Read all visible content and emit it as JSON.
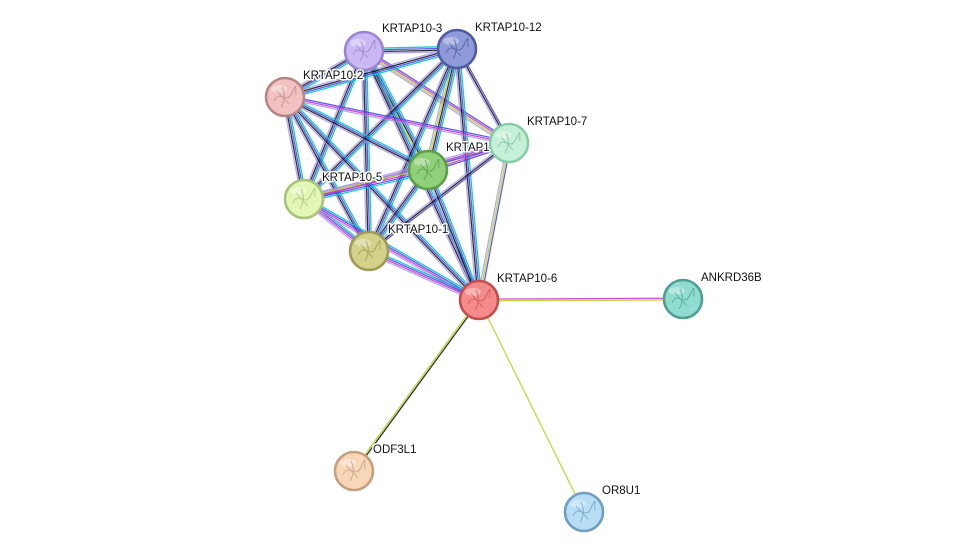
{
  "network": {
    "nodes": [
      {
        "id": "KRTAP10-3",
        "label": "KRTAP10-3",
        "fill": "#c9b8f4",
        "stroke": "#9a86cf",
        "glyph": "#7a6aa8"
      },
      {
        "id": "KRTAP10-12",
        "label": "KRTAP10-12",
        "fill": "#8f9bd8",
        "stroke": "#4e5ba3",
        "glyph": "#2f3a7a"
      },
      {
        "id": "KRTAP10-2",
        "label": "KRTAP10-2",
        "fill": "#f2c1c1",
        "stroke": "#b58686",
        "glyph": "#a36b6b"
      },
      {
        "id": "KRTAP10-7",
        "label": "KRTAP10-7",
        "fill": "#c5f0d8",
        "stroke": "#86cda5",
        "glyph": "#5aa37b"
      },
      {
        "id": "KRTAP1",
        "label": "KRTAP1",
        "fill": "#8fd07a",
        "stroke": "#5c9e4a",
        "glyph": "#3f7a30"
      },
      {
        "id": "KRTAP10-5",
        "label": "KRTAP10-5",
        "fill": "#e2f7b5",
        "stroke": "#a9c27a",
        "glyph": "#8aa35a"
      },
      {
        "id": "KRTAP10-1",
        "label": "KRTAP10-1",
        "fill": "#d3d18a",
        "stroke": "#9e9b55",
        "glyph": "#7f7c3a"
      },
      {
        "id": "KRTAP10-6",
        "label": "KRTAP10-6",
        "fill": "#f58a8a",
        "stroke": "#c44d4d",
        "glyph": "#b03a3a"
      },
      {
        "id": "ANKRD36B",
        "label": "ANKRD36B",
        "fill": "#8fdcd0",
        "stroke": "#4f9f93",
        "glyph": "#2f7f73"
      },
      {
        "id": "ODF3L1",
        "label": "ODF3L1",
        "fill": "#f7d7b8",
        "stroke": "#c4a07e",
        "glyph": "#a58060"
      },
      {
        "id": "OR8U1",
        "label": "OR8U1",
        "fill": "#b8def5",
        "stroke": "#6f9fbf",
        "glyph": "#3f7fa8"
      }
    ],
    "evidence_colors": [
      "#00c7c7",
      "#4a4ae6",
      "#1a1a1a",
      "#d03ad0",
      "#b8d42a",
      "#9a8ee8"
    ],
    "edges": [
      {
        "a": "KRTAP10-3",
        "b": "KRTAP10-12",
        "colors": [
          "#00c7c7",
          "#4a4ae6",
          "#1a1a1a",
          "#9a8ee8"
        ]
      },
      {
        "a": "KRTAP10-3",
        "b": "KRTAP10-2",
        "colors": [
          "#00c7c7",
          "#4a4ae6",
          "#1a1a1a",
          "#9a8ee8"
        ]
      },
      {
        "a": "KRTAP10-3",
        "b": "KRTAP10-7",
        "colors": [
          "#4a4ae6",
          "#d03ad0",
          "#b8d42a",
          "#9a8ee8"
        ]
      },
      {
        "a": "KRTAP10-3",
        "b": "KRTAP1",
        "colors": [
          "#00c7c7",
          "#4a4ae6",
          "#1a1a1a",
          "#b8d42a",
          "#9a8ee8"
        ]
      },
      {
        "a": "KRTAP10-3",
        "b": "KRTAP10-5",
        "colors": [
          "#00c7c7",
          "#4a4ae6",
          "#1a1a1a",
          "#9a8ee8"
        ]
      },
      {
        "a": "KRTAP10-3",
        "b": "KRTAP10-1",
        "colors": [
          "#00c7c7",
          "#4a4ae6",
          "#1a1a1a",
          "#9a8ee8"
        ]
      },
      {
        "a": "KRTAP10-3",
        "b": "KRTAP10-6",
        "colors": [
          "#00c7c7",
          "#4a4ae6",
          "#1a1a1a",
          "#9a8ee8"
        ]
      },
      {
        "a": "KRTAP10-12",
        "b": "KRTAP10-2",
        "colors": [
          "#00c7c7",
          "#4a4ae6",
          "#1a1a1a",
          "#9a8ee8"
        ]
      },
      {
        "a": "KRTAP10-12",
        "b": "KRTAP10-7",
        "colors": [
          "#4a4ae6",
          "#1a1a1a",
          "#9a8ee8"
        ]
      },
      {
        "a": "KRTAP10-12",
        "b": "KRTAP1",
        "colors": [
          "#00c7c7",
          "#4a4ae6",
          "#1a1a1a",
          "#b8d42a",
          "#9a8ee8"
        ]
      },
      {
        "a": "KRTAP10-12",
        "b": "KRTAP10-5",
        "colors": [
          "#00c7c7",
          "#4a4ae6",
          "#1a1a1a",
          "#9a8ee8"
        ]
      },
      {
        "a": "KRTAP10-12",
        "b": "KRTAP10-1",
        "colors": [
          "#00c7c7",
          "#4a4ae6",
          "#1a1a1a",
          "#9a8ee8"
        ]
      },
      {
        "a": "KRTAP10-12",
        "b": "KRTAP10-6",
        "colors": [
          "#00c7c7",
          "#4a4ae6",
          "#1a1a1a",
          "#9a8ee8"
        ]
      },
      {
        "a": "KRTAP10-2",
        "b": "KRTAP10-7",
        "colors": [
          "#4a4ae6",
          "#d03ad0",
          "#9a8ee8"
        ]
      },
      {
        "a": "KRTAP10-2",
        "b": "KRTAP1",
        "colors": [
          "#00c7c7",
          "#4a4ae6",
          "#1a1a1a",
          "#9a8ee8"
        ]
      },
      {
        "a": "KRTAP10-2",
        "b": "KRTAP10-5",
        "colors": [
          "#00c7c7",
          "#4a4ae6",
          "#1a1a1a",
          "#9a8ee8"
        ]
      },
      {
        "a": "KRTAP10-2",
        "b": "KRTAP10-1",
        "colors": [
          "#00c7c7",
          "#4a4ae6",
          "#1a1a1a",
          "#9a8ee8"
        ]
      },
      {
        "a": "KRTAP10-2",
        "b": "KRTAP10-6",
        "colors": [
          "#00c7c7",
          "#4a4ae6",
          "#1a1a1a",
          "#9a8ee8"
        ]
      },
      {
        "a": "KRTAP10-7",
        "b": "KRTAP1",
        "colors": [
          "#4a4ae6",
          "#d03ad0",
          "#b8d42a",
          "#9a8ee8"
        ]
      },
      {
        "a": "KRTAP10-7",
        "b": "KRTAP10-5",
        "colors": [
          "#4a4ae6",
          "#d03ad0",
          "#9a8ee8"
        ]
      },
      {
        "a": "KRTAP10-7",
        "b": "KRTAP10-1",
        "colors": [
          "#4a4ae6",
          "#1a1a1a",
          "#9a8ee8"
        ]
      },
      {
        "a": "KRTAP10-7",
        "b": "KRTAP10-6",
        "colors": [
          "#4a4ae6",
          "#b8d42a",
          "#9a8ee8"
        ]
      },
      {
        "a": "KRTAP1",
        "b": "KRTAP10-5",
        "colors": [
          "#00c7c7",
          "#4a4ae6",
          "#d03ad0",
          "#b8d42a",
          "#9a8ee8"
        ]
      },
      {
        "a": "KRTAP1",
        "b": "KRTAP10-1",
        "colors": [
          "#00c7c7",
          "#4a4ae6",
          "#1a1a1a",
          "#9a8ee8"
        ]
      },
      {
        "a": "KRTAP1",
        "b": "KRTAP10-6",
        "colors": [
          "#00c7c7",
          "#4a4ae6",
          "#1a1a1a",
          "#9a8ee8"
        ]
      },
      {
        "a": "KRTAP10-5",
        "b": "KRTAP10-1",
        "colors": [
          "#00c7c7",
          "#4a4ae6",
          "#d03ad0",
          "#9a8ee8"
        ]
      },
      {
        "a": "KRTAP10-5",
        "b": "KRTAP10-6",
        "colors": [
          "#00c7c7",
          "#4a4ae6",
          "#d03ad0",
          "#9a8ee8"
        ]
      },
      {
        "a": "KRTAP10-1",
        "b": "KRTAP10-6",
        "colors": [
          "#00c7c7",
          "#4a4ae6",
          "#d03ad0",
          "#9a8ee8"
        ]
      },
      {
        "a": "KRTAP10-6",
        "b": "ANKRD36B",
        "colors": [
          "#d03ad0",
          "#b8d42a"
        ]
      },
      {
        "a": "KRTAP10-6",
        "b": "ODF3L1",
        "colors": [
          "#1a1a1a",
          "#b8d42a"
        ]
      },
      {
        "a": "KRTAP10-6",
        "b": "OR8U1",
        "colors": [
          "#b8d42a"
        ]
      }
    ]
  }
}
